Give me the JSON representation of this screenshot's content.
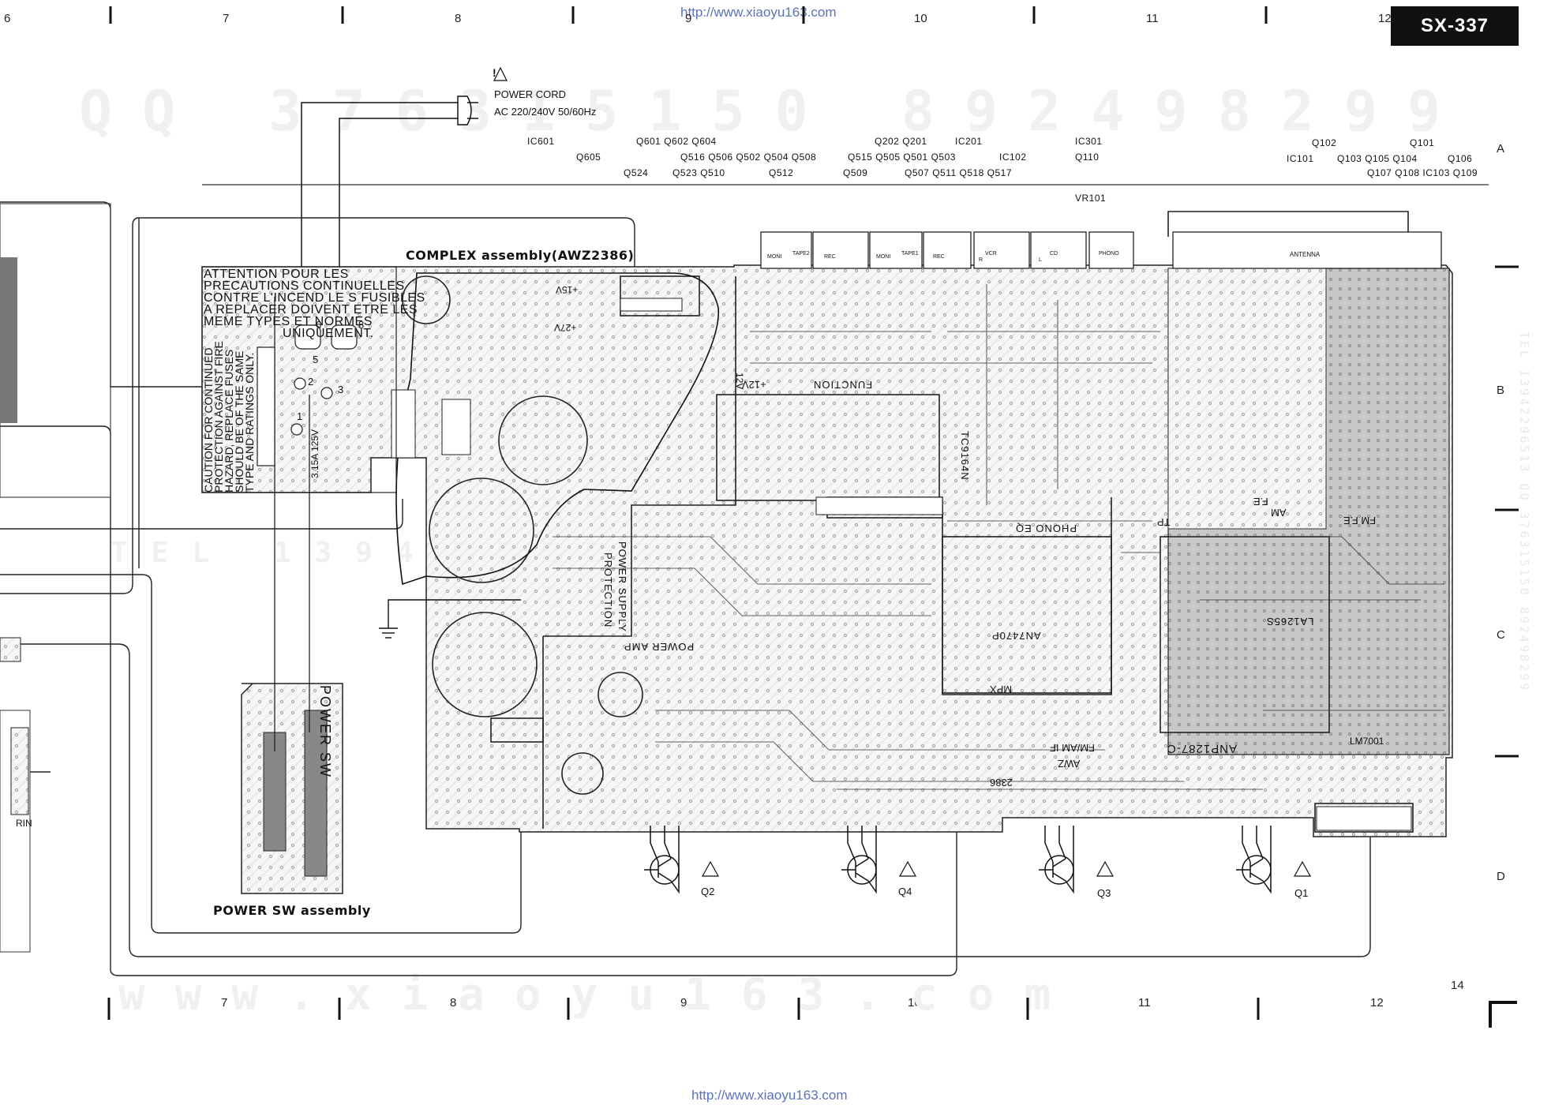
{
  "header": {
    "model": "SX-337",
    "url_top": "http://www.xiaoyu163.com",
    "url_bottom": "http://www.xiaoyu163.com"
  },
  "grid": {
    "top": [
      "7",
      "8",
      "9",
      "10",
      "11",
      "12"
    ],
    "bottom": [
      "7",
      "8",
      "9",
      "10",
      "11",
      "12"
    ],
    "rows": [
      "A",
      "B",
      "C",
      "D"
    ],
    "page_number": "14",
    "corner_left": "6"
  },
  "watermarks": {
    "qq": "QQ 376315150 892498299",
    "tel": "TEL 13942296513",
    "site": "www.xiaoyu163.com",
    "side": "TEL 13942296513 QQ 376315150 892498299"
  },
  "power_cord": {
    "title": "POWER CORD",
    "spec": "AC 220/240V 50/60Hz",
    "warning": "!"
  },
  "components_header": [
    {
      "id": "IC601"
    },
    {
      "id": "Q605"
    },
    {
      "id": "Q601 Q602 Q604"
    },
    {
      "id": "Q516 Q506 Q502 Q504 Q508"
    },
    {
      "id": "Q524"
    },
    {
      "id": "Q523 Q510"
    },
    {
      "id": "Q512"
    },
    {
      "id": "Q202 Q201"
    },
    {
      "id": "IC201"
    },
    {
      "id": "Q515 Q505 Q501 Q503"
    },
    {
      "id": "Q509"
    },
    {
      "id": "Q507 Q511 Q518 Q517"
    },
    {
      "id": "IC102"
    },
    {
      "id": "IC301"
    },
    {
      "id": "Q110"
    },
    {
      "id": "Q102"
    },
    {
      "id": "Q101"
    },
    {
      "id": "IC101"
    },
    {
      "id": "Q103 Q105 Q104"
    },
    {
      "id": "Q106"
    },
    {
      "id": "Q107 Q108 IC103 Q109"
    },
    {
      "id": "VR101"
    }
  ],
  "assemblies": {
    "complex": "COMPLEX assembly(AWZ2386)",
    "power_sw": "POWER SW assembly",
    "power_sw_board": "POWER SW"
  },
  "notices": {
    "attention_lines": [
      "ATTENTION POUR LES",
      "PRECAUTIONS CONTINUELLES",
      "CONTRE L'INCEND LE S FUSIBLES",
      "A REPLACER DOIVENT ETRE LES",
      "MEME TYPES ET NORMES",
      "UNIQUEMENT."
    ],
    "caution_lines": [
      "CAUTION FOR CONTINUED",
      "PROTECTION AGAINST FIRE",
      "HAZARD, REPLACE FUSES",
      "SHOULD BE OF THE SAME",
      "TYPE AND RATINGS ONLY."
    ],
    "fuse": "3.15A 125V"
  },
  "board_labels": {
    "function": "FUNCTION",
    "power_supply": "POWER SUPPLY",
    "protection": "PROTECTION",
    "power_amp": "POWER AMP",
    "phono_eq": "PHONO EQ",
    "mpx": "MPX",
    "fm_am_if": "FM/AM IF",
    "fm_fe": "FM F.E",
    "am": "AM",
    "anp": "ANP1287-C",
    "awz": "AWZ",
    "num2386": "2386",
    "ic_tc9164n": "TC9164N",
    "ic_an7470p": "AN7470P",
    "ic_la1265s": "LA1265S",
    "ic_lm7001": "LM7001",
    "antenna": "ANTENNA",
    "tp": "TP",
    "fe": "F.E",
    "rin": "RIN",
    "plus27v": "+27V",
    "plus15v": "+15V",
    "plus12v": "+12V",
    "v12": "12V"
  },
  "jacks": [
    "MONI",
    "TAPE2",
    "REC",
    "MONI",
    "TAPE1",
    "REC",
    "VCR",
    "R",
    "L",
    "CD",
    "PHONO"
  ],
  "transistors": [
    "Q2",
    "Q4",
    "Q3",
    "Q1"
  ],
  "pin_labels": [
    "1",
    "2",
    "3",
    "5",
    "6",
    "8"
  ]
}
